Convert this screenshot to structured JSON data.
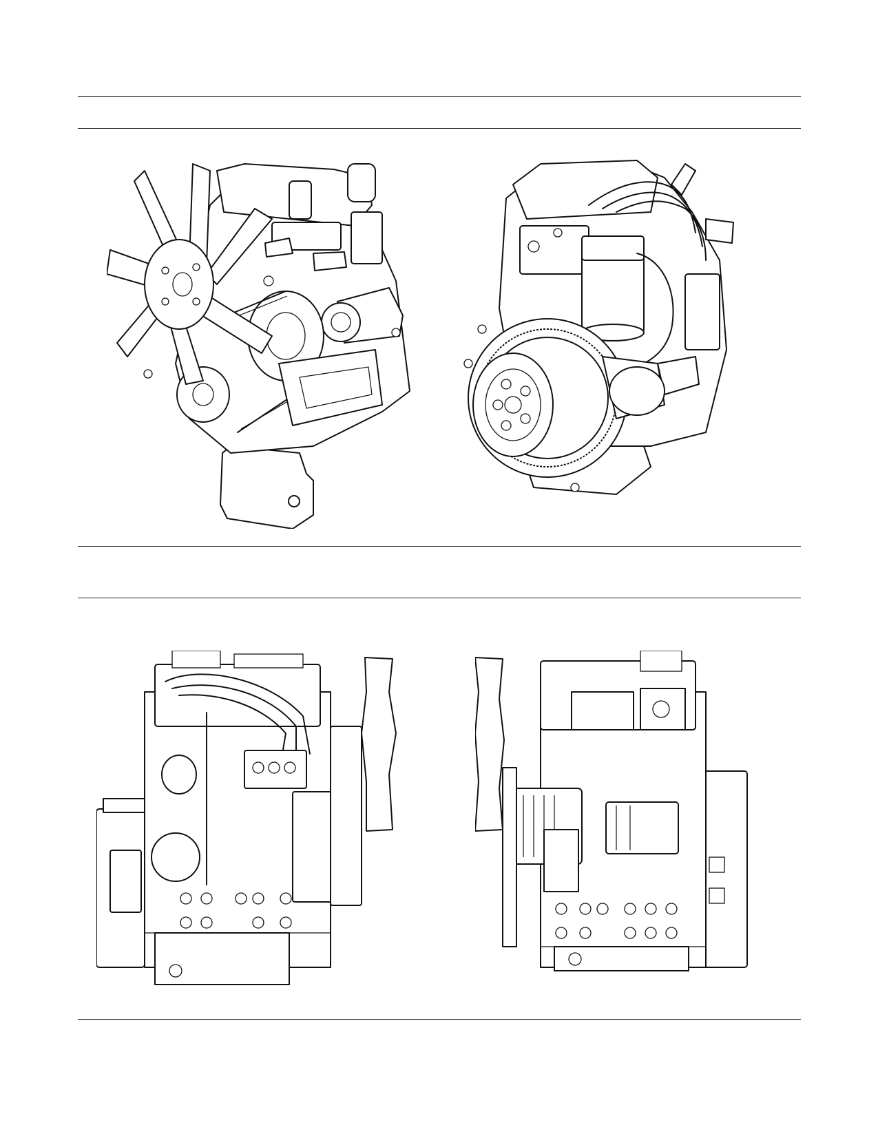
{
  "captions": {
    "top": "",
    "bottom": ""
  },
  "figures": {
    "icon_names": [
      "engine-front-isometric-drawing",
      "engine-rear-isometric-drawing",
      "engine-side-view-drawing",
      "engine-side-view-drawing"
    ]
  }
}
